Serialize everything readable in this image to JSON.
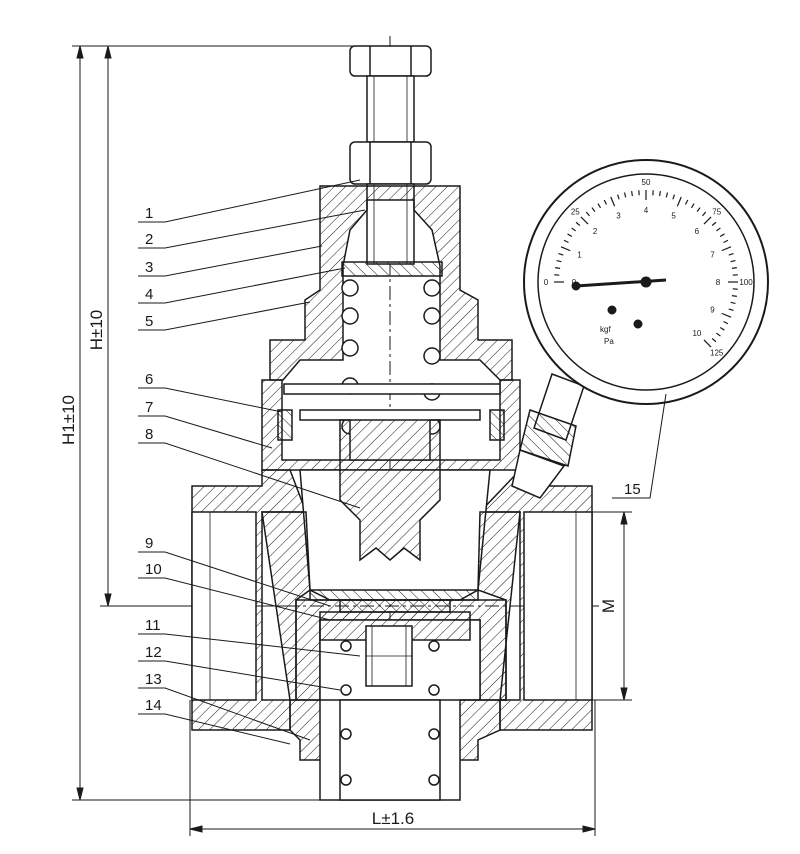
{
  "dimensions": {
    "height": "H±10",
    "height_total": "H1±10",
    "length": "L±1.6",
    "port": "M"
  },
  "gauge": {
    "scale_outer": [
      "0",
      "25",
      "50",
      "75",
      "100",
      "125"
    ],
    "scale_inner": [
      "0",
      "1",
      "2",
      "3",
      "4",
      "5",
      "6",
      "7",
      "8",
      "9",
      "10"
    ],
    "unit_top": "kgf",
    "unit_bottom": "Pa"
  },
  "part_labels": [
    "1",
    "2",
    "3",
    "4",
    "5",
    "6",
    "7",
    "8",
    "9",
    "10",
    "11",
    "12",
    "13",
    "14",
    "15"
  ],
  "colors": {
    "line": "#1a1a1a",
    "background": "#ffffff"
  }
}
